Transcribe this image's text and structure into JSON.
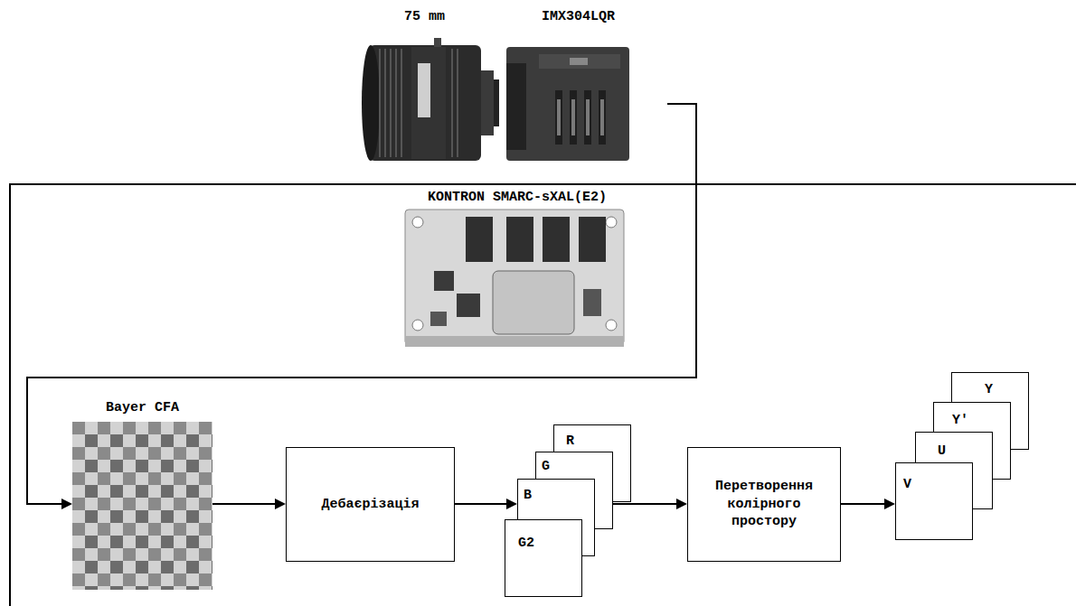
{
  "diagram": {
    "nodes": [
      {
        "text": [
          "KONTRON SMARC-sXAL(E2)"
        ]
      },
      {
        "text": [
          "Bayer CFA"
        ],
        "in": 0
      },
      {
        "text": [
          "Дебаєрізація"
        ],
        "in": 0
      },
      {
        "text": [
          "R"
        ],
        "in": 0
      },
      {
        "text": [
          "G"
        ],
        "in": 0
      },
      {
        "text": [
          "B"
        ],
        "in": 0
      },
      {
        "text": [
          "G2"
        ],
        "in": 0
      },
      {
        "text": [
          "Перетворення колірного простору"
        ],
        "in": 0
      },
      {
        "text": [
          "Y"
        ],
        "in": 0
      },
      {
        "text": [
          "Y'"
        ],
        "in": 0
      },
      {
        "text": [
          "U"
        ],
        "in": 0
      },
      {
        "text": [
          "V"
        ],
        "in": 0
      }
    ],
    "edges": [
      {
        "from": 1,
        "to": 2,
        "arrow": "to"
      },
      {
        "from": 2,
        "to": 5,
        "arrow": "to"
      },
      {
        "from": 4,
        "to": 7,
        "arrow": "to"
      },
      {
        "from": 7,
        "to": 11,
        "arrow": "to"
      }
    ],
    "labels": [
      "75 mm",
      "IMX304LQR"
    ]
  }
}
